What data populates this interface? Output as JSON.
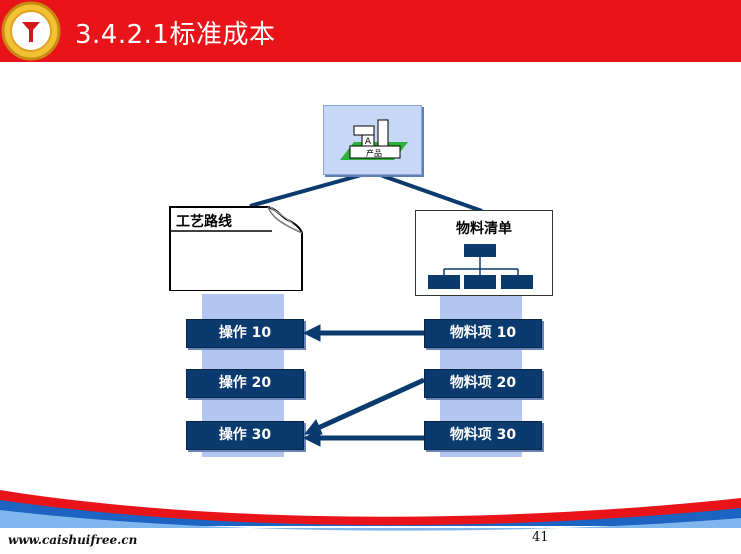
{
  "header": {
    "title": "3.4.2.1标准成本"
  },
  "diagram": {
    "product_label_a": "A",
    "product_label": "产品",
    "routing_title": "工艺路线",
    "bom_title": "物料清单",
    "operations": [
      "操作 10",
      "操作 20",
      "操作 30"
    ],
    "bom_items": [
      "物料项 10",
      "物料项 20",
      "物料项 30"
    ]
  },
  "footer": {
    "url": "www.caishuifree.cn",
    "page": "41"
  },
  "colors": {
    "header": "#e8141a",
    "bar": "#0b3a6e",
    "column": "#b3c6f2",
    "arrow": "#0b3a6e"
  }
}
